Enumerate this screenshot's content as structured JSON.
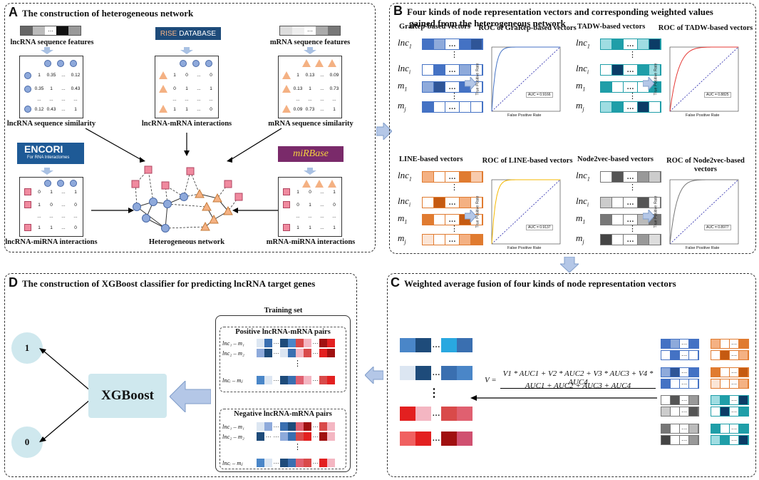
{
  "panels": {
    "A": {
      "letter": "A",
      "title": "The construction of heterogeneous network"
    },
    "B": {
      "letter": "B",
      "title_line1": "Four kinds of node representation vectors and corresponding weighted values",
      "title_line2": "gained from the heterogeneous network"
    },
    "C": {
      "letter": "C",
      "title": "Weighted average fusion of four kinds of node representation vectors"
    },
    "D": {
      "letter": "D",
      "title": "The construction of XGBoost classifier for predicting lncRNA target genes"
    }
  },
  "panelA": {
    "lnc_features": "lncRNA sequence features",
    "rise_logo": "RISE",
    "rise_logo2": "DATABASE",
    "mrna_features": "mRNA sequence features",
    "lnc_sim": "lncRNA sequence similarity",
    "lnc_mrna": "lncRNA-mRNA interactions",
    "mrna_sim": "mRNA sequence similarity",
    "encori": "ENCORI",
    "encori_sub": "For RNA Interactomes",
    "mirbase": "miRBase",
    "lnc_mirna": "lncRNA-miRNA interactions",
    "hetero": "Heterogeneous network",
    "mrna_mirna": "mRNA-miRNA interactions",
    "lnc_sim_cells": [
      "1",
      "0.35",
      "...",
      "0.12",
      "0.35",
      "1",
      "...",
      "0.43",
      "...",
      "...",
      "...",
      "...",
      "0.12",
      "0.43",
      "...",
      "1"
    ],
    "lnc_mrna_cells": [
      "1",
      "0",
      "...",
      "0",
      "0",
      "1",
      "...",
      "1",
      "...",
      "...",
      "...",
      "...",
      "1",
      "1",
      "...",
      "0"
    ],
    "mrna_sim_cells": [
      "1",
      "0.13",
      "...",
      "0.09",
      "0.13",
      "1",
      "...",
      "0.73",
      "...",
      "...",
      "...",
      "...",
      "0.09",
      "0.73",
      "...",
      "1"
    ],
    "lnc_mirna_cells": [
      "0",
      "1",
      "...",
      "1",
      "1",
      "0",
      "...",
      "0",
      "...",
      "...",
      "...",
      "...",
      "1",
      "1",
      "...",
      "0"
    ],
    "mrna_mirna_cells": [
      "1",
      "0",
      "...",
      "1",
      "0",
      "1",
      "...",
      "0",
      "...",
      "...",
      "...",
      "...",
      "1",
      "1",
      "...",
      "1"
    ]
  },
  "panelB": {
    "grarep": "GraRep-based vectors",
    "roc_grarep": "ROC of GraRep-based vectors",
    "tadw": "TADW-based vectors",
    "roc_tadw": "ROC of TADW-based vectors",
    "line": "LINE-based vectors",
    "roc_line": "ROC of LINE-based vectors",
    "node2vec": "Node2vec-based vectors",
    "roc_node2vec": "ROC of Node2vec-based vectors",
    "row_labels": [
      "lnc1",
      "lnci",
      "m1",
      "mj"
    ],
    "tpr": "True Positive Rate",
    "fpr": "False Positive Rate",
    "auc_grarep": "AUC = 0.9166",
    "auc_tadw": "AUC = 0.8825",
    "auc_line": "AUC = 0.9137",
    "auc_node2vec": "AUC = 0.8977",
    "colors": {
      "grarep": "#4472c4",
      "tadw": "#1f9ea8",
      "line": "#e07b30",
      "node2vec": "#777777"
    }
  },
  "panelC": {
    "formula_lhs": "V =",
    "formula_num": "V1 * AUC1 + V2 * AUC2 + V3 * AUC3 + V4 * AUC4",
    "formula_den": "AUC1 + AUC2 + AUC3 + AUC4"
  },
  "panelD": {
    "training_set": "Training set",
    "positive": "Positive lncRNA-mRNA pairs",
    "negative": "Negative lncRNA-mRNA pairs",
    "xgboost": "XGBoost",
    "out1": "1",
    "out0": "0"
  }
}
